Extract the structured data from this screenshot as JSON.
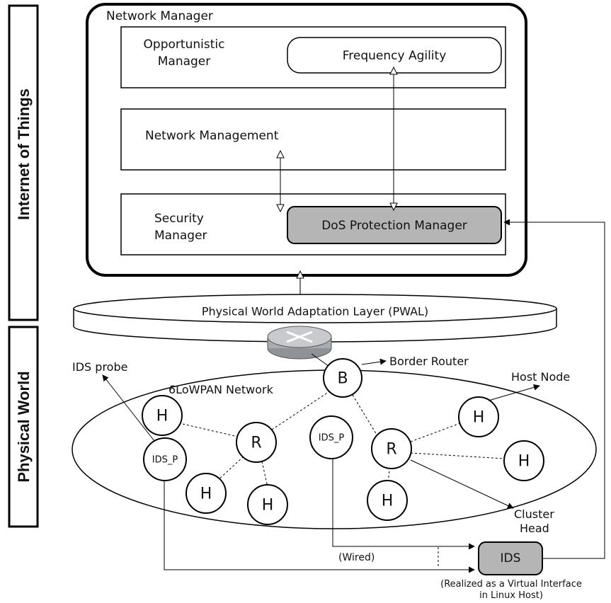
{
  "side_labels": {
    "iot": "Internet of Things",
    "physical": "Physical World"
  },
  "network_manager": {
    "title": "Network Manager",
    "opportunistic_line1": "Opportunistic",
    "opportunistic_line2": "Manager",
    "frequency_agility": "Frequency Agility",
    "network_management": "Network Management",
    "security_line1": "Security",
    "security_line2": "Manager",
    "dos_protection": "DoS Protection Manager"
  },
  "pwal": "Physical World Adaptation Layer (PWAL)",
  "network": {
    "name": "6LoWPAN Network",
    "border_letter": "B",
    "router_letter": "R",
    "host_letter": "H",
    "probe_label": "IDS_P"
  },
  "callouts": {
    "border_router": "Border Router",
    "ids_probe": "IDS probe",
    "host_node": "Host Node",
    "cluster_line1": "Cluster",
    "cluster_line2": "Head",
    "wired": "(Wired)"
  },
  "ids": {
    "label": "IDS",
    "note_line1": "(Realized as a Virtual Interface",
    "note_line2": "in Linux Host)"
  },
  "colors": {
    "gray_fill": "#b5b5b5",
    "router_device": "#a9acb0"
  }
}
